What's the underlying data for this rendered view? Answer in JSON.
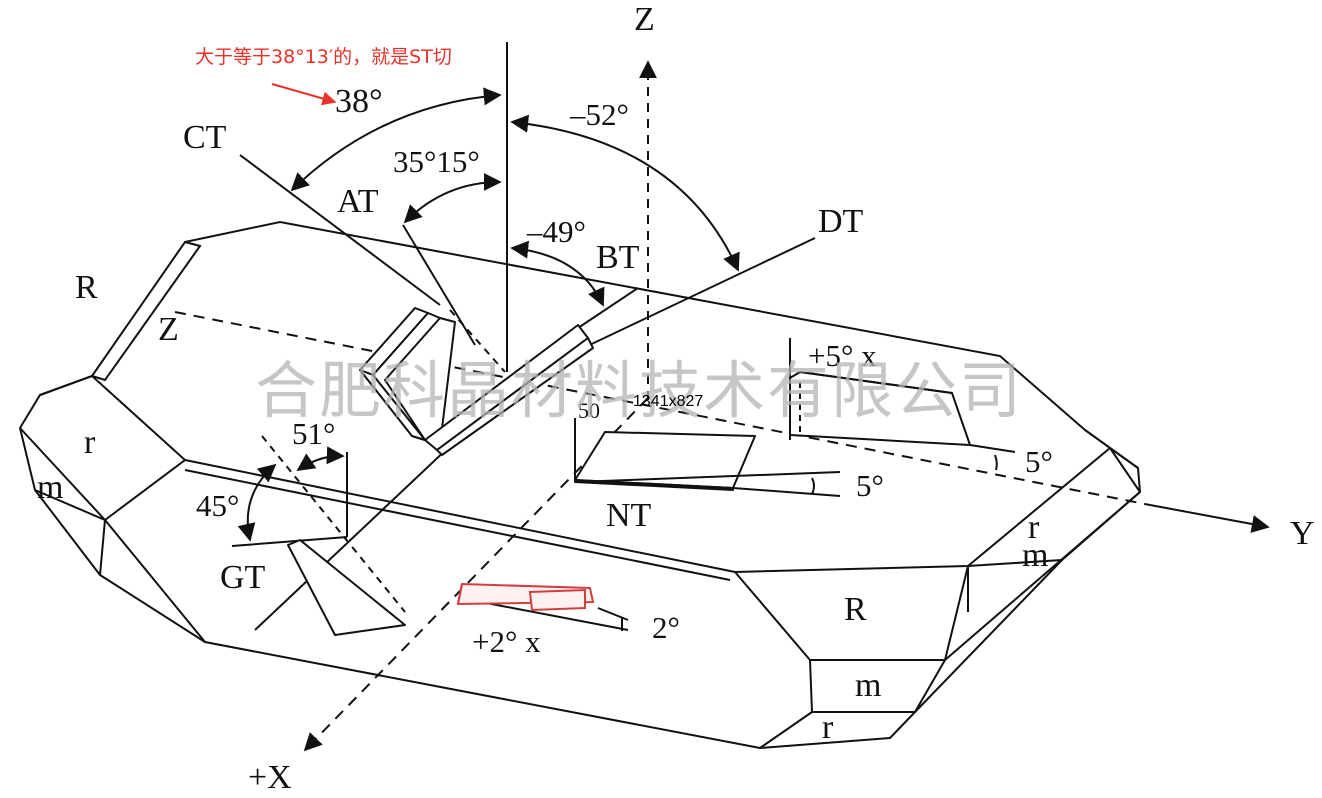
{
  "annotation": {
    "text": "大于等于38°13′的，就是ST切",
    "color": "#e8322a"
  },
  "watermark": "合肥科晶材料技术有限公司",
  "axes": {
    "z": "Z",
    "z_in_plane": "Z",
    "y": "Y",
    "x": "+X"
  },
  "cuts": {
    "ct": "CT",
    "at": "AT",
    "bt": "BT",
    "dt": "DT",
    "nt": "NT",
    "gt": "GT"
  },
  "angles": {
    "a38": "38°",
    "a35_15": "35°15°",
    "a_neg52": "–52°",
    "a_neg49": "–49°",
    "a51": "51°",
    "a45": "45°",
    "a5_nt": "5°",
    "a5_plate": "5°",
    "a2": "2°",
    "plus5x": "+5° x",
    "plus2x": "+2° x",
    "a50": "50"
  },
  "faces": {
    "r_left": "r",
    "m_left": "m",
    "r_top_left": "R",
    "r_mid": "R",
    "m_mid": "m",
    "r_bottom": "r",
    "r_right": "r",
    "m_right": "m"
  },
  "tooltip": "1341x827"
}
